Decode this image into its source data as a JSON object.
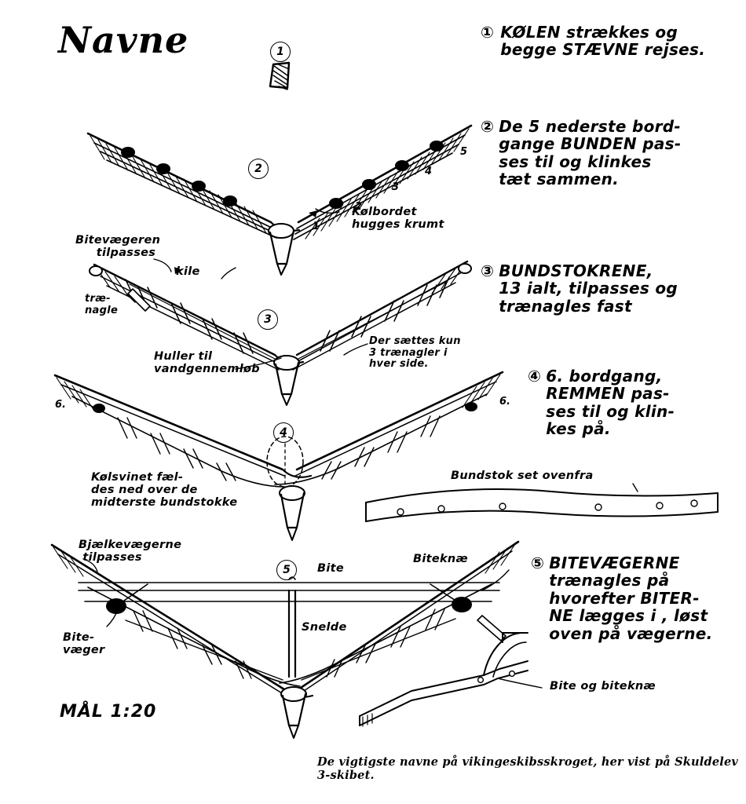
{
  "page": {
    "title": "Navne",
    "scale_label": "MÅL 1:20",
    "caption": "De vigtigste navne på vikingeskibsskroget, her vist på Skuldelev 3-skibet."
  },
  "steps": [
    {
      "number": "1",
      "marker": "①",
      "text": "KØLEN strækkes og\nbegge STÆVNE rejses."
    },
    {
      "number": "2",
      "marker": "②",
      "text": "De 5 nederste bord-\ngange BUNDEN pas-\nses til og klinkes\ntæt sammen."
    },
    {
      "number": "3",
      "marker": "③",
      "text": "BUNDSTOKRENE,\n13 ialt, tilpasses og\ntrænagles fast"
    },
    {
      "number": "4",
      "marker": "④",
      "text": "6. bordgang,\nREMMEN pas-\nses til og klin-\nkes på."
    },
    {
      "number": "5",
      "marker": "⑤",
      "text": "BITEVÆGERNE\ntrænagles på\nhvorefter BITER-\nNE lægges i , løst\noven på vægerne."
    }
  ],
  "diagram_markers": {
    "d1": "1",
    "d2": "2",
    "d3": "3",
    "d4": "4",
    "d5": "5"
  },
  "annotations": {
    "keel_plank": "Kølbordet\nhugges krumt",
    "plank_numbers": [
      "1",
      "2",
      "3",
      "4",
      "5"
    ],
    "bite_vaeger_fit": "Bitevægeren\n     tilpasses",
    "wedge": "kile",
    "treenail": "træ-\nnagle",
    "water_holes": "Huller til\nvandgennemløb",
    "three_treenails": "Der sættes kun\n3 trænagler i\nhver side.",
    "rib_numbers_6": [
      "6.",
      "6."
    ],
    "keelson": "Kølsvinet fæl-\ndes ned over de\nmidterste bundstokke",
    "bundstok_top": "Bundstok set ovenfra",
    "beam_vaeger": "Bjælkevægerne\n tilpasses",
    "bite": "Bite",
    "snelde": "Snelde",
    "biteknae": "Biteknæ",
    "bite_vaeger": "Bite-\nvæger",
    "bite_og_biteknae": "Bite og biteknæ"
  }
}
